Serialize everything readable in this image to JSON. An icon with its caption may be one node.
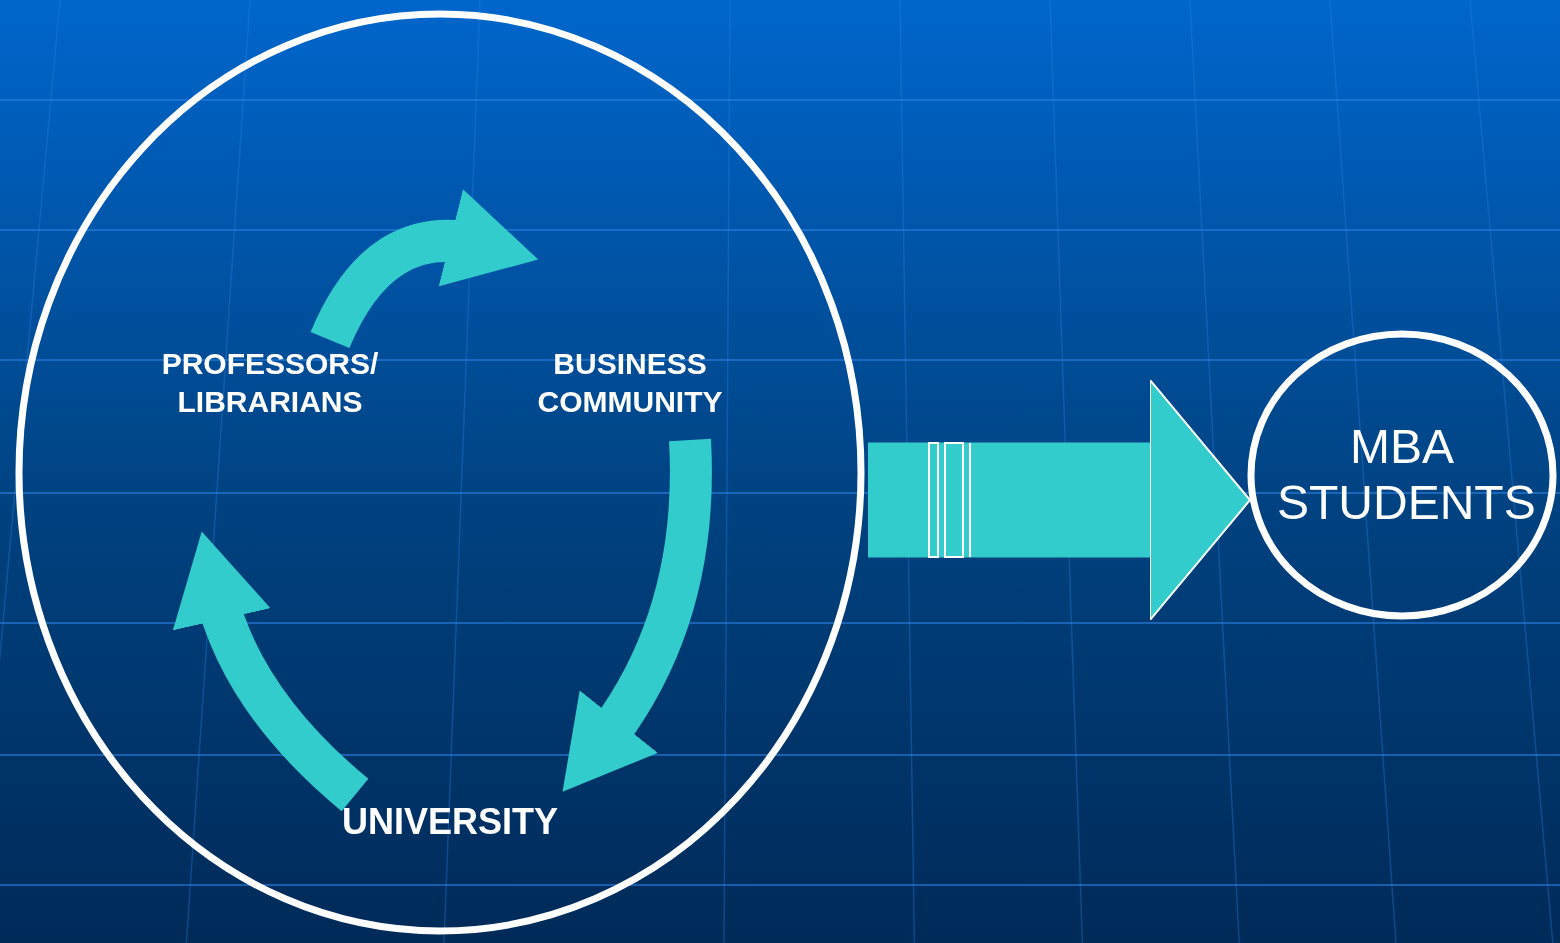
{
  "diagram": {
    "nodes": [
      {
        "text": [],
        "shape": "circle"
      },
      {
        "text": [
          "PROFESSORS/ LIBRARIANS"
        ],
        "in": 0
      },
      {
        "text": [
          "BUSINESS COMMUNITY"
        ],
        "in": 0
      },
      {
        "text": [
          "UNIVERSITY"
        ],
        "in": 0
      },
      {
        "text": [
          "MBA STUDENTS"
        ]
      }
    ],
    "edges": [
      {
        "from": 1,
        "to": 2,
        "arrow": "to"
      },
      {
        "from": 2,
        "to": 3,
        "arrow": "to"
      },
      {
        "from": 3,
        "to": 1,
        "arrow": "to"
      },
      {
        "from": 0,
        "to": 4,
        "arrow": "to",
        "style": "thick"
      }
    ]
  }
}
